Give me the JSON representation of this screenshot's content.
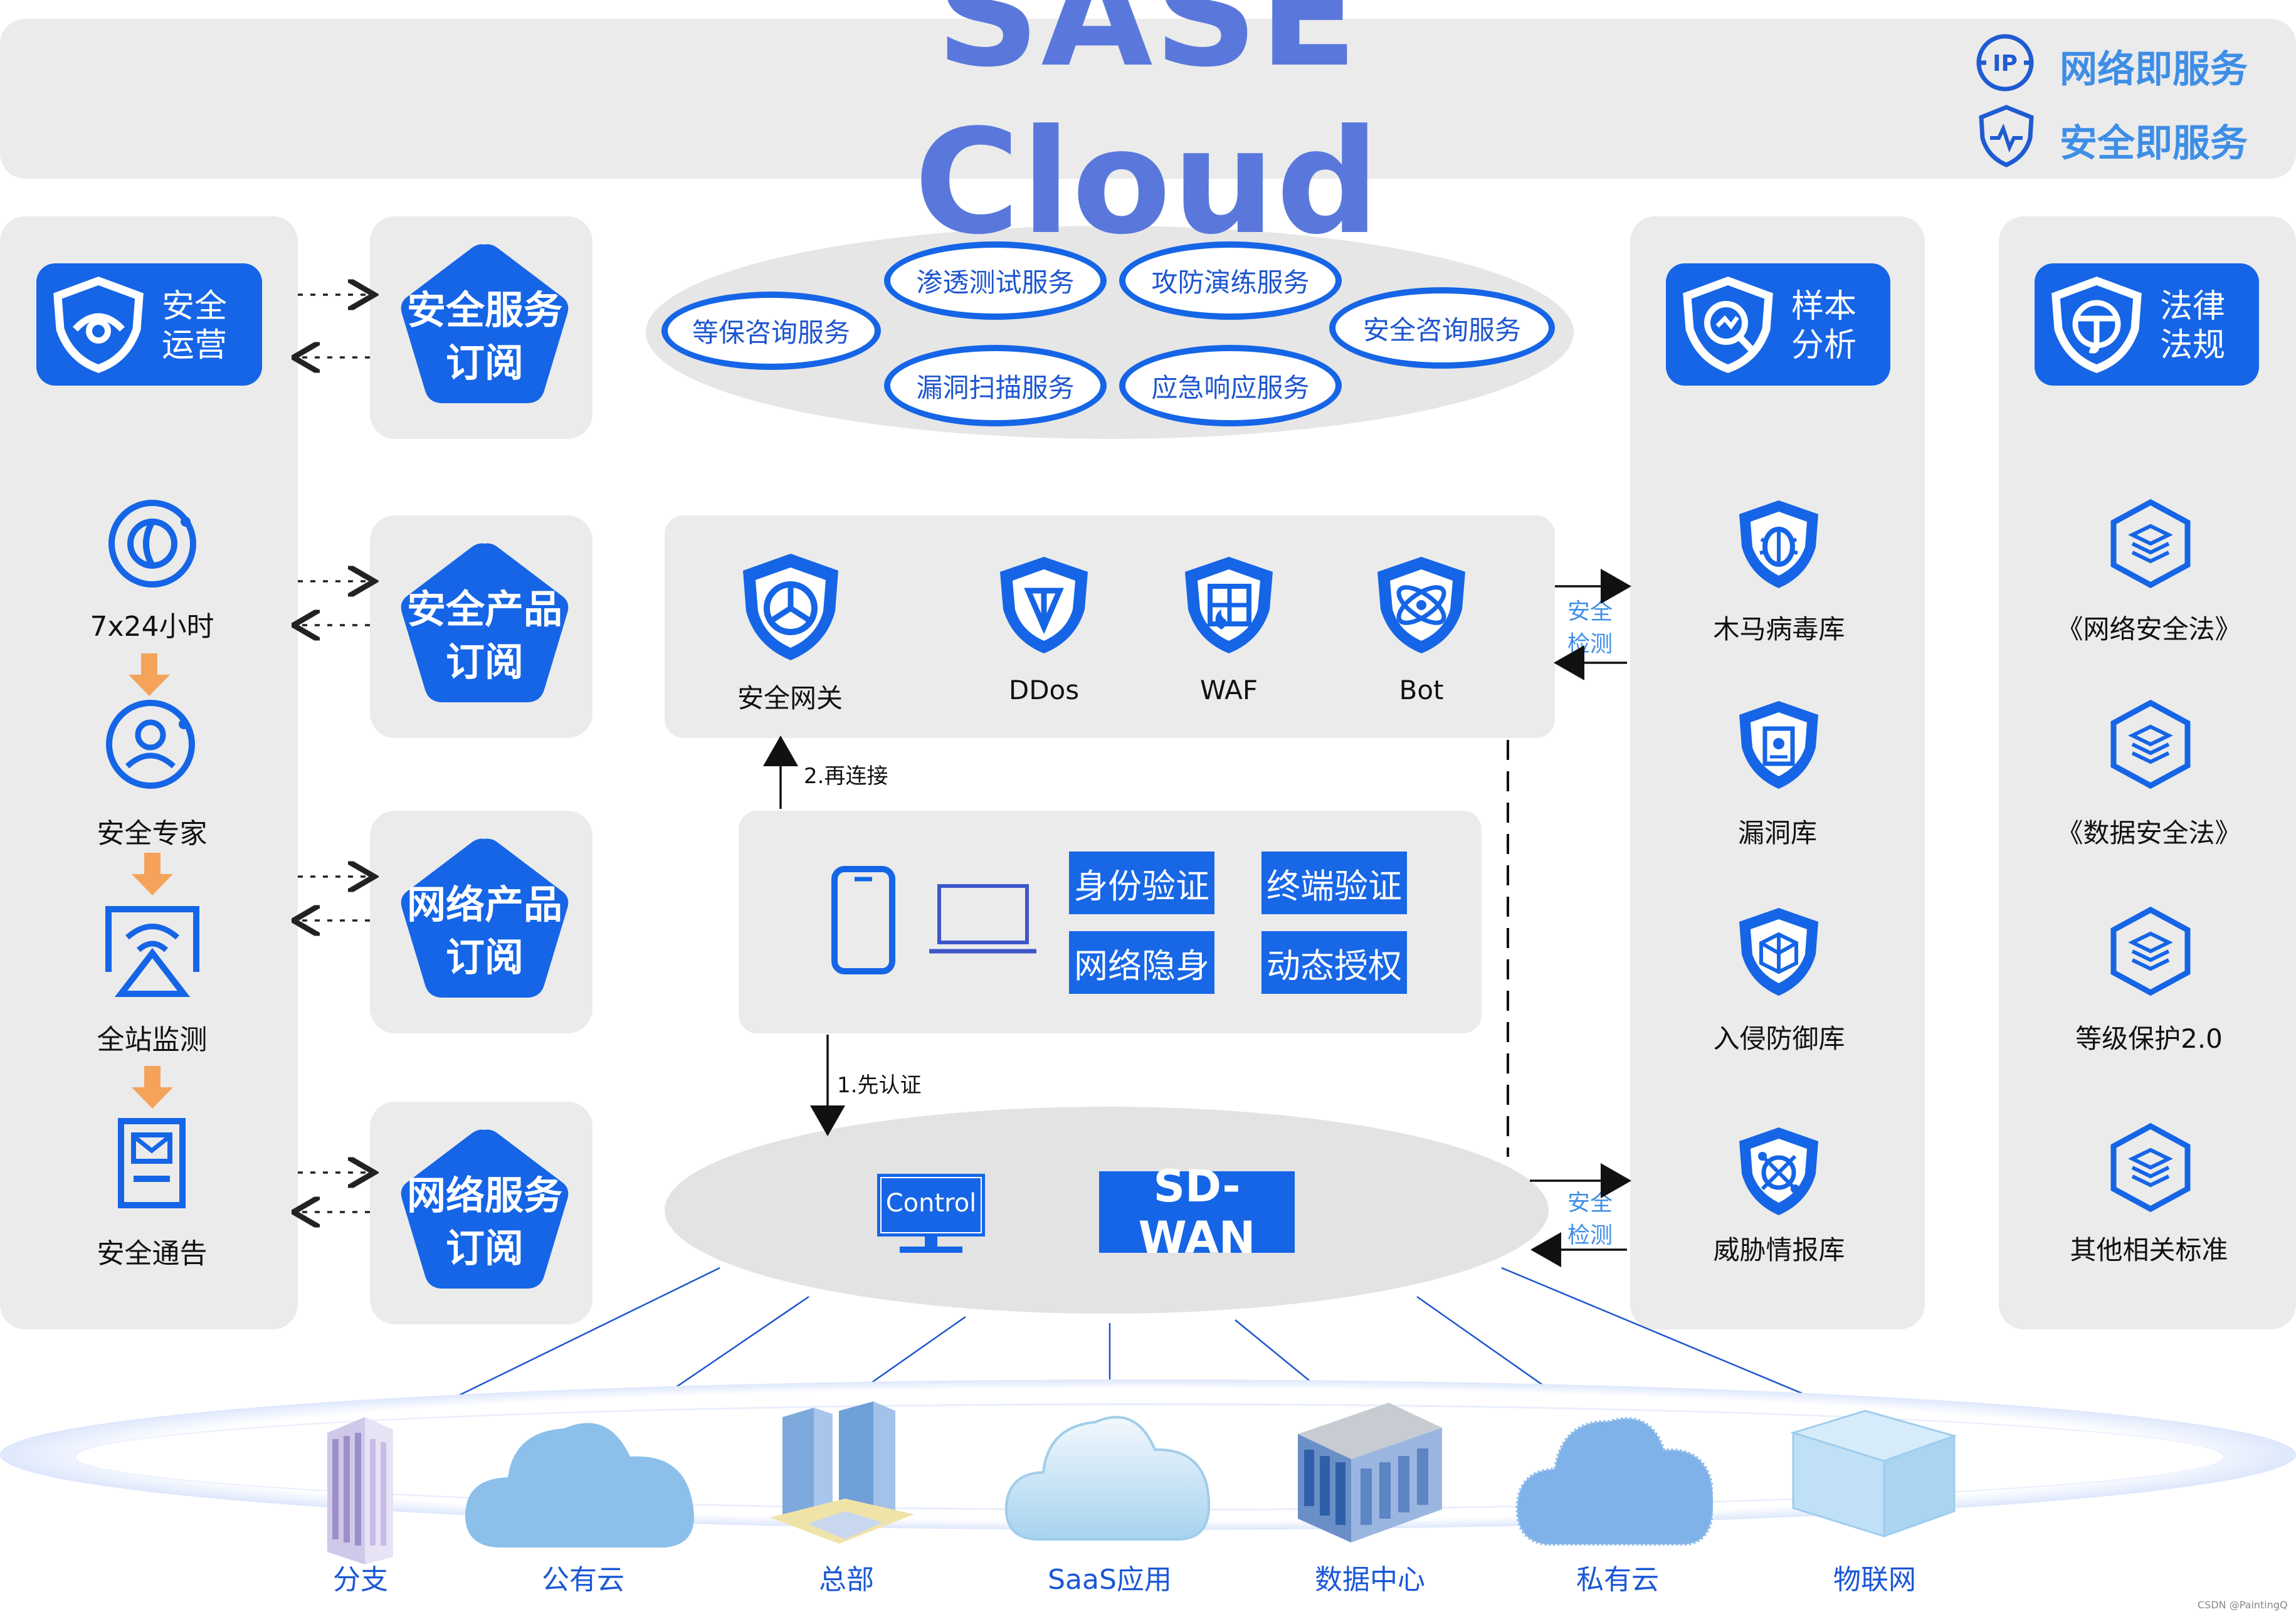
{
  "header": {
    "title": "SASE Cloud",
    "legend": [
      {
        "icon": "ip-network-icon",
        "label": "网络即服务"
      },
      {
        "icon": "shield-wave-icon",
        "label": "安全即服务"
      }
    ]
  },
  "left_panel": {
    "card_label": "安全\n运营",
    "steps": [
      {
        "icon": "clock-cycle-icon",
        "label": "7x24小时"
      },
      {
        "icon": "expert-user-icon",
        "label": "安全专家"
      },
      {
        "icon": "monitor-signal-icon",
        "label": "全站监测"
      },
      {
        "icon": "notice-mail-icon",
        "label": "安全通告"
      }
    ]
  },
  "subscriptions": [
    {
      "line1": "安全服务",
      "line2": "订阅"
    },
    {
      "line1": "安全产品",
      "line2": "订阅"
    },
    {
      "line1": "网络产品",
      "line2": "订阅"
    },
    {
      "line1": "网络服务",
      "line2": "订阅"
    }
  ],
  "services": [
    "等保咨询服务",
    "渗透测试服务",
    "漏洞扫描服务",
    "攻防演练服务",
    "应急响应服务",
    "安全咨询服务"
  ],
  "products": [
    {
      "icon": "gateway-shield-icon",
      "label": "安全网关"
    },
    {
      "icon": "ddos-shield-icon",
      "label": "DDos"
    },
    {
      "icon": "waf-shield-icon",
      "label": "WAF"
    },
    {
      "icon": "bot-shield-icon",
      "label": "Bot"
    }
  ],
  "security_check": "安全\n检测",
  "flow": {
    "reconnect": "2.再连接",
    "auth_first": "1.先认证"
  },
  "auth_features": [
    "身份验证",
    "终端验证",
    "网络隐身",
    "动态授权"
  ],
  "sdwan": {
    "control_label": "Control",
    "label": "SD-WAN"
  },
  "analysis_panel": {
    "card_label": "样本\n分析",
    "items": [
      "木马病毒库",
      "漏洞库",
      "入侵防御库",
      "威胁情报库"
    ]
  },
  "law_panel": {
    "card_label": "法律\n法规",
    "items": [
      "《网络安全法》",
      "《数据安全法》",
      "等级保护2.0",
      "其他相关标准"
    ]
  },
  "sites": [
    "分支",
    "公有云",
    "总部",
    "SaaS应用",
    "数据中心",
    "私有云",
    "物联网"
  ],
  "watermark": "CSDN @PaintingQ",
  "colors": {
    "primary": "#1565e6",
    "title": "#5a78dc",
    "panel": "#ebebeb",
    "arrow": "#f5a35b"
  }
}
